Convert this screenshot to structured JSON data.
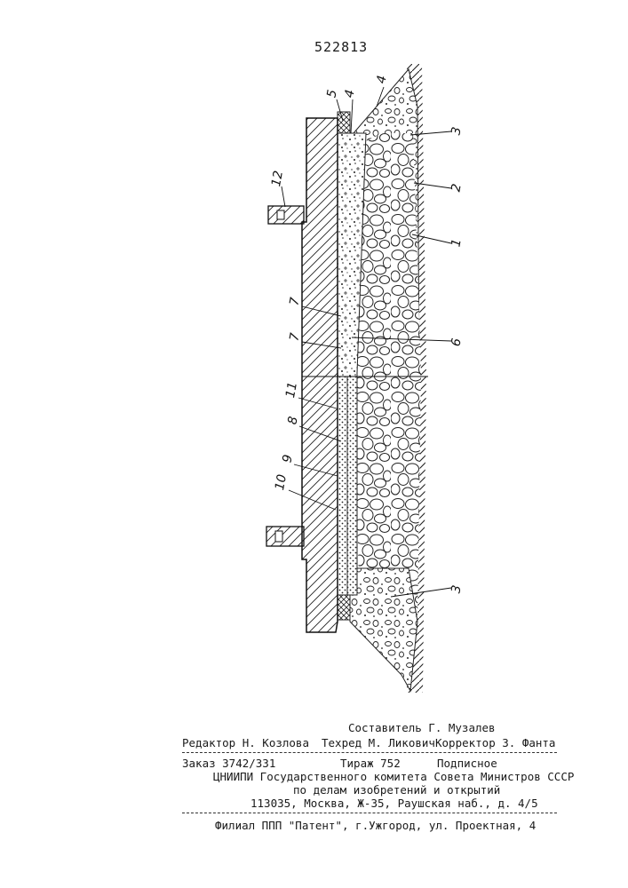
{
  "patent_number": "522813",
  "figure": {
    "callouts": [
      "5",
      "4",
      "4",
      "3",
      "2",
      "1",
      "12",
      "7",
      "7",
      "6",
      "11",
      "8",
      "9",
      "10",
      "3"
    ]
  },
  "credits": {
    "compiler": "Составитель Г. Музалев",
    "editor": "Редактор Н. Козлова",
    "techred": "Техред М. Ликович",
    "corrector": "Корректор З. Фанта"
  },
  "imprint": {
    "order": "Заказ 3742/331",
    "circulation": "Тираж 752",
    "subscription": "Подписное",
    "org_line1": "ЦНИИПИ Государственного комитета Совета Министров СССР",
    "org_line2": "по делам изобретений и открытий",
    "address": "113035, Москва, Ж-35, Раушская наб., д. 4/5",
    "branch": "Филиал ППП \"Патент\", г.Ужгород, ул. Проектная, 4"
  }
}
